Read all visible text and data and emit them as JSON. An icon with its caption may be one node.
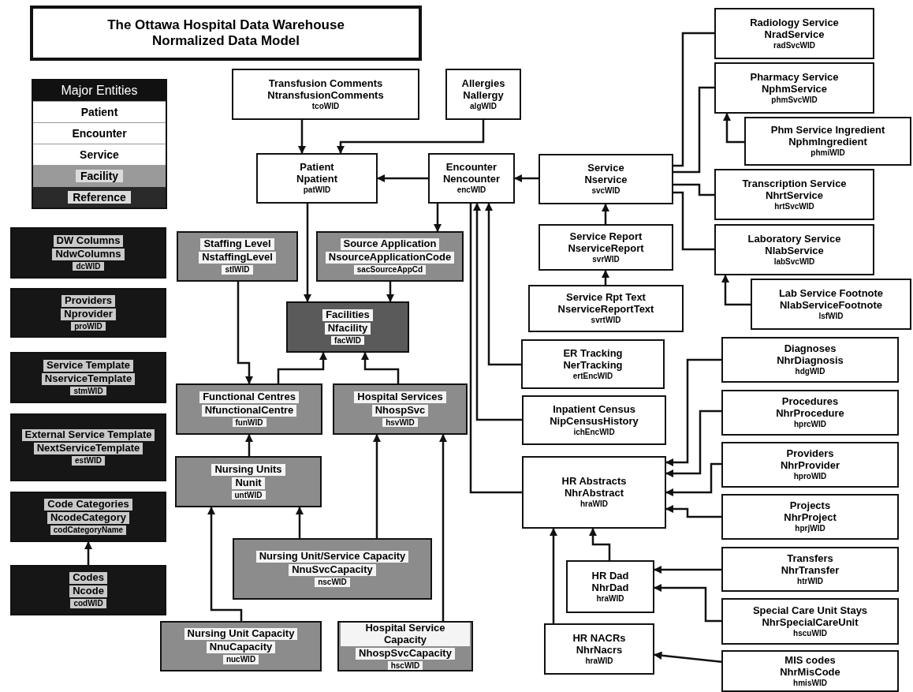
{
  "diagram": {
    "title": "The Ottawa Hospital Data Warehouse Normalized Data Model",
    "nodes": [
      {
        "text": [
          "DW Columns",
          "NdwColumns",
          "dcWID"
        ]
      },
      {
        "text": [
          "Providers",
          "Nprovider",
          "proWID"
        ]
      },
      {
        "text": [
          "Service Template",
          "NserviceTemplate",
          "stmWID"
        ]
      },
      {
        "text": [
          "External Service Template",
          "NextServiceTemplate",
          "estWID"
        ]
      },
      {
        "text": [
          "Code Categories",
          "NcodeCategory",
          "codCategoryName"
        ]
      },
      {
        "text": [
          "Codes",
          "Ncode",
          "codWID"
        ]
      },
      {
        "text": [
          "Transfusion Comments",
          "NtransfusionComments",
          "tcoWID"
        ]
      },
      {
        "text": [
          "Allergies",
          "Nallergy",
          "algWID"
        ]
      },
      {
        "text": [
          "Patient",
          "Npatient",
          "patWID"
        ]
      },
      {
        "text": [
          "Encounter",
          "Nencounter",
          "encWID"
        ]
      },
      {
        "text": [
          "Service",
          "Nservice",
          "svcWID"
        ]
      },
      {
        "text": [
          "Staffing Level",
          "NstaffingLevel",
          "stlWID"
        ]
      },
      {
        "text": [
          "Source Application",
          "NsourceApplicationCode",
          "sacSourceAppCd"
        ]
      },
      {
        "text": [
          "Facilities",
          "Nfacility",
          "facWID"
        ]
      },
      {
        "text": [
          "Functional Centres",
          "NfunctionalCentre",
          "funWID"
        ]
      },
      {
        "text": [
          "Hospital Services",
          "NhospSvc",
          "hsvWID"
        ]
      },
      {
        "text": [
          "Nursing Units",
          "Nunit",
          "untWID"
        ]
      },
      {
        "text": [
          "Nursing Unit/Service Capacity",
          "NnuSvcCapacity",
          "nscWID"
        ]
      },
      {
        "text": [
          "Nursing Unit Capacity",
          "NnuCapacity",
          "nucWID"
        ]
      },
      {
        "text": [
          "Hospital Service Capacity",
          "NhospSvcCapacity",
          "hscWID"
        ]
      },
      {
        "text": [
          "Service Report",
          "NserviceReport",
          "svrWID"
        ]
      },
      {
        "text": [
          "Service Rpt Text",
          "NserviceReportText",
          "svrtWID"
        ]
      },
      {
        "text": [
          "ER Tracking",
          "NerTracking",
          "ertEncWID"
        ]
      },
      {
        "text": [
          "Inpatient Census",
          "NipCensusHistory",
          "ichEncWID"
        ]
      },
      {
        "text": [
          "HR Abstracts",
          "NhrAbstract",
          "hraWID"
        ]
      },
      {
        "text": [
          "HR Dad",
          "NhrDad",
          "hraWID"
        ]
      },
      {
        "text": [
          "HR NACRs",
          "NhrNacrs",
          "hraWID"
        ]
      },
      {
        "text": [
          "Radiology Service",
          "NradService",
          "radSvcWID"
        ]
      },
      {
        "text": [
          "Pharmacy Service",
          "NphmService",
          "phmSvcWID"
        ]
      },
      {
        "text": [
          "Phm Service Ingredient",
          "NphmIngredient",
          "phmiWID"
        ]
      },
      {
        "text": [
          "Transcription Service",
          "NhrtService",
          "hrtSvcWID"
        ]
      },
      {
        "text": [
          "Laboratory Service",
          "NlabService",
          "labSvcWID"
        ]
      },
      {
        "text": [
          "Lab Service Footnote",
          "NlabServiceFootnote",
          "lsfWID"
        ]
      },
      {
        "text": [
          "Diagnoses",
          "NhrDiagnosis",
          "hdgWID"
        ]
      },
      {
        "text": [
          "Procedures",
          "NhrProcedure",
          "hprcWID"
        ]
      },
      {
        "text": [
          "Providers",
          "NhrProvider",
          "hproWID"
        ]
      },
      {
        "text": [
          "Projects",
          "NhrProject",
          "hprjWID"
        ]
      },
      {
        "text": [
          "Transfers",
          "NhrTransfer",
          "htrWID"
        ]
      },
      {
        "text": [
          "Special Care Unit Stays",
          "NhrSpecialCareUnit",
          "hscuWID"
        ]
      },
      {
        "text": [
          "MIS codes",
          "NhrMisCode",
          "hmisWID"
        ]
      }
    ],
    "edges": [
      {
        "from": 5,
        "to": 4,
        "arrow": "to"
      },
      {
        "from": 6,
        "to": 8,
        "arrow": "to"
      },
      {
        "from": 7,
        "to": 8,
        "arrow": "to"
      },
      {
        "from": 9,
        "to": 8,
        "arrow": "to"
      },
      {
        "from": 10,
        "to": 9,
        "arrow": "to"
      },
      {
        "from": 9,
        "to": 12,
        "arrow": "to"
      },
      {
        "from": 8,
        "to": 13,
        "arrow": "to"
      },
      {
        "from": 12,
        "to": 13,
        "arrow": "to"
      },
      {
        "from": 11,
        "to": 14,
        "arrow": "to"
      },
      {
        "from": 14,
        "to": 13,
        "arrow": "to"
      },
      {
        "from": 15,
        "to": 13,
        "arrow": "to"
      },
      {
        "from": 16,
        "to": 14,
        "arrow": "to"
      },
      {
        "from": 18,
        "to": 16,
        "arrow": "to"
      },
      {
        "from": 17,
        "to": 16,
        "arrow": "to"
      },
      {
        "from": 17,
        "to": 15,
        "arrow": "to"
      },
      {
        "from": 19,
        "to": 15,
        "arrow": "to"
      },
      {
        "from": 20,
        "to": 10,
        "arrow": "to"
      },
      {
        "from": 21,
        "to": 20,
        "arrow": "to"
      },
      {
        "from": 22,
        "to": 9,
        "arrow": "to"
      },
      {
        "from": 23,
        "to": 9,
        "arrow": "to"
      },
      {
        "from": 24,
        "to": 9,
        "arrow": "none"
      },
      {
        "from": 27,
        "to": 10,
        "arrow": "none"
      },
      {
        "from": 28,
        "to": 10,
        "arrow": "none"
      },
      {
        "from": 30,
        "to": 10,
        "arrow": "none"
      },
      {
        "from": 31,
        "to": 10,
        "arrow": "none"
      },
      {
        "from": 29,
        "to": 28,
        "arrow": "to"
      },
      {
        "from": 32,
        "to": 31,
        "arrow": "to"
      },
      {
        "from": 33,
        "to": 24,
        "arrow": "to"
      },
      {
        "from": 34,
        "to": 24,
        "arrow": "to"
      },
      {
        "from": 35,
        "to": 24,
        "arrow": "to"
      },
      {
        "from": 36,
        "to": 24,
        "arrow": "to"
      },
      {
        "from": 25,
        "to": 24,
        "arrow": "to"
      },
      {
        "from": 26,
        "to": 24,
        "arrow": "to"
      },
      {
        "from": 37,
        "to": 25,
        "arrow": "to"
      },
      {
        "from": 38,
        "to": 25,
        "arrow": "to"
      },
      {
        "from": 39,
        "to": 26,
        "arrow": "to"
      }
    ],
    "labels": [
      "Major Entities"
    ],
    "legend": [
      {
        "text": "Patient",
        "color": "#ffffff"
      },
      {
        "text": "Encounter",
        "color": "#ffffff"
      },
      {
        "text": "Service",
        "color": "#ffffff"
      },
      {
        "text": "Facility",
        "color": "#9a9a9a"
      },
      {
        "text": "Reference",
        "color": "#2a2a2a"
      }
    ]
  }
}
